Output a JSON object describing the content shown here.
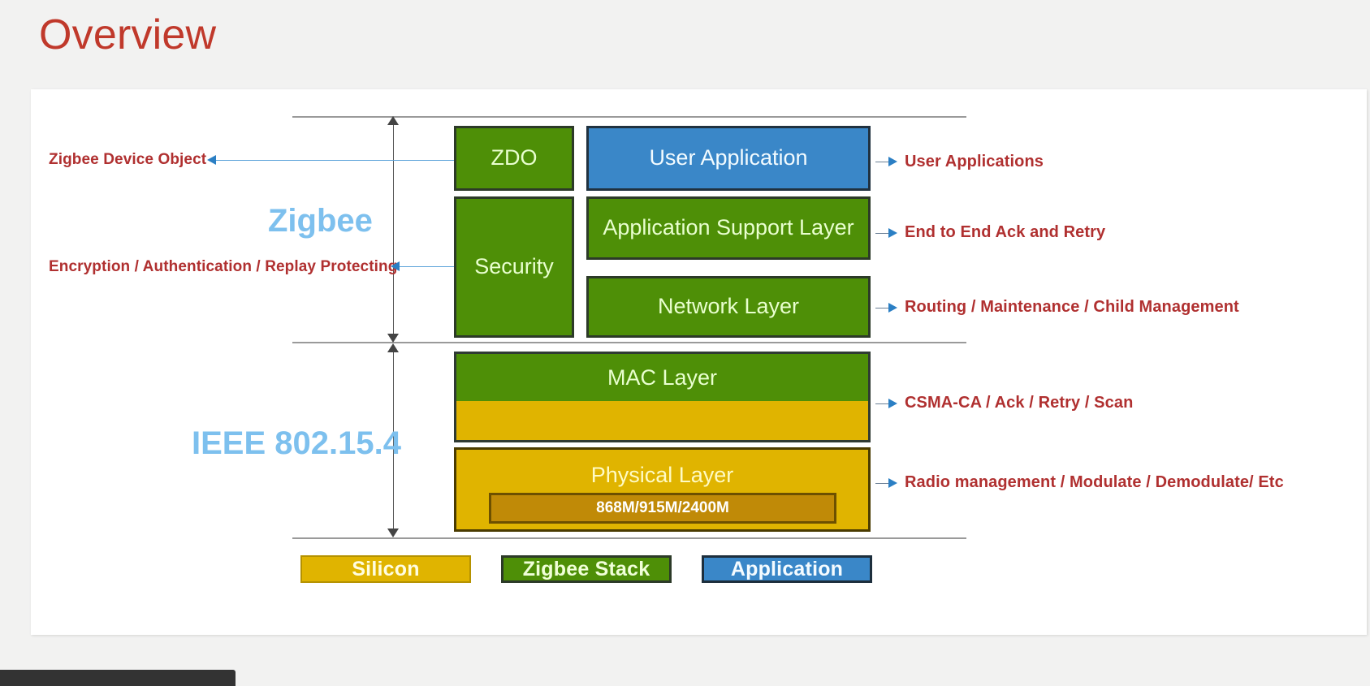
{
  "slide": {
    "title": "Overview"
  },
  "side_headings": {
    "zigbee": "Zigbee",
    "ieee": "IEEE 802.15.4"
  },
  "left_annotations": [
    {
      "text": "Zigbee Device Object"
    },
    {
      "text": "Encryption / Authentication / Replay Protecting"
    }
  ],
  "right_annotations": [
    {
      "text": "User Applications"
    },
    {
      "text": "End to End Ack and Retry"
    },
    {
      "text": "Routing / Maintenance / Child Management"
    },
    {
      "text": "CSMA-CA / Ack  / Retry / Scan"
    },
    {
      "text": "Radio management / Modulate / Demodulate/ Etc"
    }
  ],
  "stack": {
    "zdo": "ZDO",
    "security": "Security",
    "user_application": "User Application",
    "application_support_layer": "Application Support Layer",
    "network_layer": "Network Layer",
    "mac_layer": "MAC Layer",
    "physical_layer": "Physical Layer",
    "frequencies": "868M/915M/2400M"
  },
  "legend": [
    {
      "label": "Silicon",
      "color": "#e0b400"
    },
    {
      "label": "Zigbee Stack",
      "color": "#4e8f07"
    },
    {
      "label": "Application",
      "color": "#3a87c8"
    }
  ],
  "colors": {
    "title": "#c0392b",
    "annotation": "#b03030",
    "heading_blue": "#7dc0ee",
    "green": "#4e8f07",
    "blue": "#3a87c8",
    "gold": "#e0b400",
    "inner_gold": "#c08a07",
    "page_bg": "#f2f2f1",
    "card_bg": "#ffffff"
  }
}
